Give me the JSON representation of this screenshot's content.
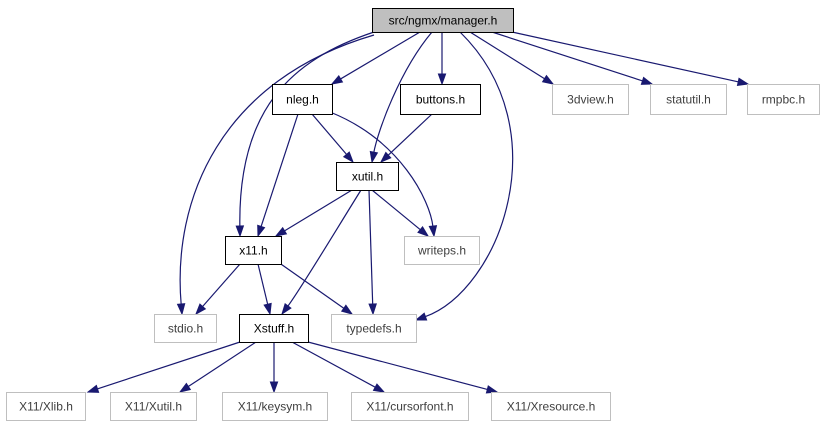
{
  "colors": {
    "edge": "#191970",
    "root_fill": "#bfbfbf",
    "node_border": "#000000",
    "external_border": "#bfbfbf",
    "external_text": "#404040",
    "text": "#000000"
  },
  "nodes": [
    {
      "id": "manager",
      "label": "src/ngmx/manager.h",
      "kind": "root"
    },
    {
      "id": "nleg",
      "label": "nleg.h",
      "kind": "internal"
    },
    {
      "id": "buttons",
      "label": "buttons.h",
      "kind": "internal"
    },
    {
      "id": "view3d",
      "label": "3dview.h",
      "kind": "external"
    },
    {
      "id": "statutil",
      "label": "statutil.h",
      "kind": "external"
    },
    {
      "id": "rmpbc",
      "label": "rmpbc.h",
      "kind": "external"
    },
    {
      "id": "xutil",
      "label": "xutil.h",
      "kind": "internal"
    },
    {
      "id": "x11",
      "label": "x11.h",
      "kind": "internal"
    },
    {
      "id": "writeps",
      "label": "writeps.h",
      "kind": "external"
    },
    {
      "id": "stdio",
      "label": "stdio.h",
      "kind": "external"
    },
    {
      "id": "xstuff",
      "label": "Xstuff.h",
      "kind": "internal"
    },
    {
      "id": "typedefs",
      "label": "typedefs.h",
      "kind": "external"
    },
    {
      "id": "xlib",
      "label": "X11/Xlib.h",
      "kind": "external"
    },
    {
      "id": "xutilx",
      "label": "X11/Xutil.h",
      "kind": "external"
    },
    {
      "id": "keysym",
      "label": "X11/keysym.h",
      "kind": "external"
    },
    {
      "id": "cursorfont",
      "label": "X11/cursorfont.h",
      "kind": "external"
    },
    {
      "id": "xresource",
      "label": "X11/Xresource.h",
      "kind": "external"
    }
  ],
  "edges": [
    {
      "from": "manager",
      "to": "nleg"
    },
    {
      "from": "manager",
      "to": "buttons"
    },
    {
      "from": "manager",
      "to": "view3d"
    },
    {
      "from": "manager",
      "to": "statutil"
    },
    {
      "from": "manager",
      "to": "rmpbc"
    },
    {
      "from": "manager",
      "to": "xutil"
    },
    {
      "from": "manager",
      "to": "x11"
    },
    {
      "from": "manager",
      "to": "stdio"
    },
    {
      "from": "manager",
      "to": "typedefs"
    },
    {
      "from": "nleg",
      "to": "xutil"
    },
    {
      "from": "nleg",
      "to": "x11"
    },
    {
      "from": "nleg",
      "to": "writeps"
    },
    {
      "from": "buttons",
      "to": "xutil"
    },
    {
      "from": "xutil",
      "to": "x11"
    },
    {
      "from": "xutil",
      "to": "writeps"
    },
    {
      "from": "xutil",
      "to": "xstuff"
    },
    {
      "from": "xutil",
      "to": "typedefs"
    },
    {
      "from": "x11",
      "to": "stdio"
    },
    {
      "from": "x11",
      "to": "xstuff"
    },
    {
      "from": "x11",
      "to": "typedefs"
    },
    {
      "from": "xstuff",
      "to": "xlib"
    },
    {
      "from": "xstuff",
      "to": "xutilx"
    },
    {
      "from": "xstuff",
      "to": "keysym"
    },
    {
      "from": "xstuff",
      "to": "cursorfont"
    },
    {
      "from": "xstuff",
      "to": "xresource"
    }
  ]
}
